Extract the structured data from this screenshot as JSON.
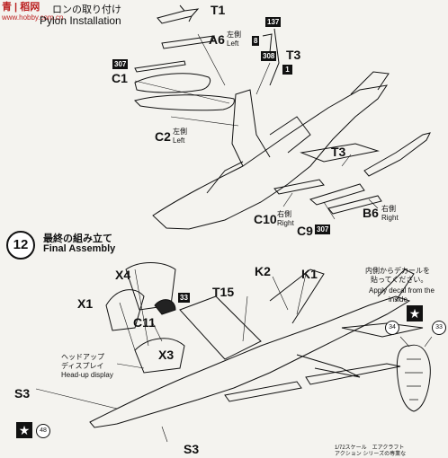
{
  "watermark": {
    "line1": "青 | 稻网",
    "line2": "www.hobby.com.cn"
  },
  "step11": {
    "title_jp": "ロンの取り付け",
    "title_en": "Pylon Installation",
    "labels": {
      "t1_top": "T1",
      "a6": "A6",
      "a6_jp": "左側",
      "a6_en": "Left",
      "c1": "C1",
      "c2": "C2",
      "c2_jp": "左側",
      "c2_en": "Left",
      "t3_top": "T3",
      "t3_mid": "T3",
      "c10": "C10",
      "c10_jp": "右側",
      "c10_en": "Right",
      "c9": "C9",
      "b6": "B6",
      "b6_jp": "右側",
      "b6_en": "Right"
    },
    "part_boxes": {
      "b307_left": "307",
      "b137": "137",
      "b8": "8",
      "b308": "308",
      "b1": "1",
      "b307_c9": "307"
    }
  },
  "step12": {
    "number": "12",
    "title_jp": "最終の組み立て",
    "title_en": "Final Assembly",
    "labels": {
      "x4": "X4",
      "x1": "X1",
      "c11": "C11",
      "x3": "X3",
      "t15": "T15",
      "k2": "K2",
      "k1": "K1",
      "s3_left": "S3",
      "s3_bottom": "S3"
    },
    "part_box_33": "33",
    "hud_jp1": "ヘッドアップ",
    "hud_jp2": "ディスプレイ",
    "hud_en": "Head-up display",
    "decal_note": {
      "jp1": "内側からデカールを",
      "jp2": "貼ってください。",
      "en1": "Apply decal from the",
      "en2": "inside"
    },
    "circles": {
      "c34": "34",
      "c33": "33",
      "c48": "48"
    },
    "star_icon": "★"
  },
  "footer": {
    "line1": "1/72スケール　エアクラフト",
    "line2": "アクション シリーズの専業な"
  }
}
